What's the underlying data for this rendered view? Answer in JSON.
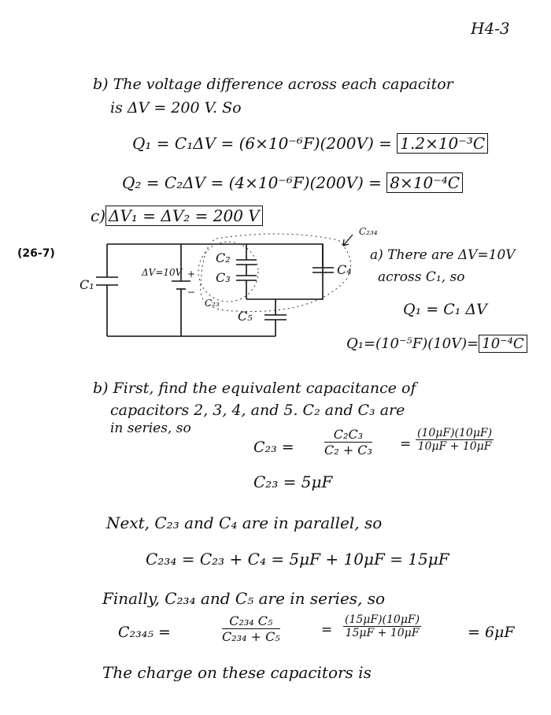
{
  "page_id": "H4-3",
  "problem_ref": "(26-7)",
  "part_b1": {
    "line1": "b) The voltage difference across each capacitor",
    "line2": "is ΔV = 200 V.  So",
    "q1": "Q₁ = C₁ΔV = (6×10⁻⁶F)(200V) =",
    "q1_answer": "1.2×10⁻³C",
    "q2": "Q₂ = C₂ΔV = (4×10⁻⁶F)(200V) =",
    "q2_answer": "8×10⁻⁴C"
  },
  "part_c": {
    "label": "c)",
    "answer": "ΔV₁ = ΔV₂ = 200 V"
  },
  "circuit": {
    "c1": "C₁",
    "battery": "ΔV=10V",
    "plus": "+",
    "minus": "−",
    "c2": "C₂",
    "c3": "C₃",
    "c4": "C₄",
    "c5": "C₅",
    "c23": "C₂₃",
    "c234": "C₂₃₄"
  },
  "part_a": {
    "line1": "a) There are ΔV=10V",
    "line2": "across C₁, so",
    "eq1": "Q₁ = C₁ ΔV",
    "eq2": "Q₁=(10⁻⁵F)(10V)=",
    "answer": "10⁻⁴C"
  },
  "part_b2": {
    "line1": "b) First, find the equivalent capacitance of",
    "line2": "capacitors 2, 3, 4, and 5.  C₂ and C₃ are",
    "line3": "in  series,  so",
    "c23_lhs": "C₂₃ =",
    "c23_num": "C₂C₃",
    "c23_den": "C₂ + C₃",
    "c23_eq": "=",
    "c23_num2": "(10μF)(10μF)",
    "c23_den2": "10μF + 10μF",
    "c23_result": "C₂₃ = 5μF",
    "next": "Next, C₂₃ and C₄ are in parallel, so",
    "c234": "C₂₃₄  =  C₂₃ + C₄ = 5μF + 10μF = 15μF",
    "finally": "Finally, C₂₃₄ and C₅ are in series, so",
    "c2345_lhs": "C₂₃₄₅  =",
    "c2345_num": "C₂₃₄ C₅",
    "c2345_den": "C₂₃₄ + C₅",
    "c2345_eq": "=",
    "c2345_num2": "(15μF)(10μF)",
    "c2345_den2": "15μF + 10μF",
    "c2345_result": "= 6μF",
    "charge": "The charge on these capacitors is"
  }
}
